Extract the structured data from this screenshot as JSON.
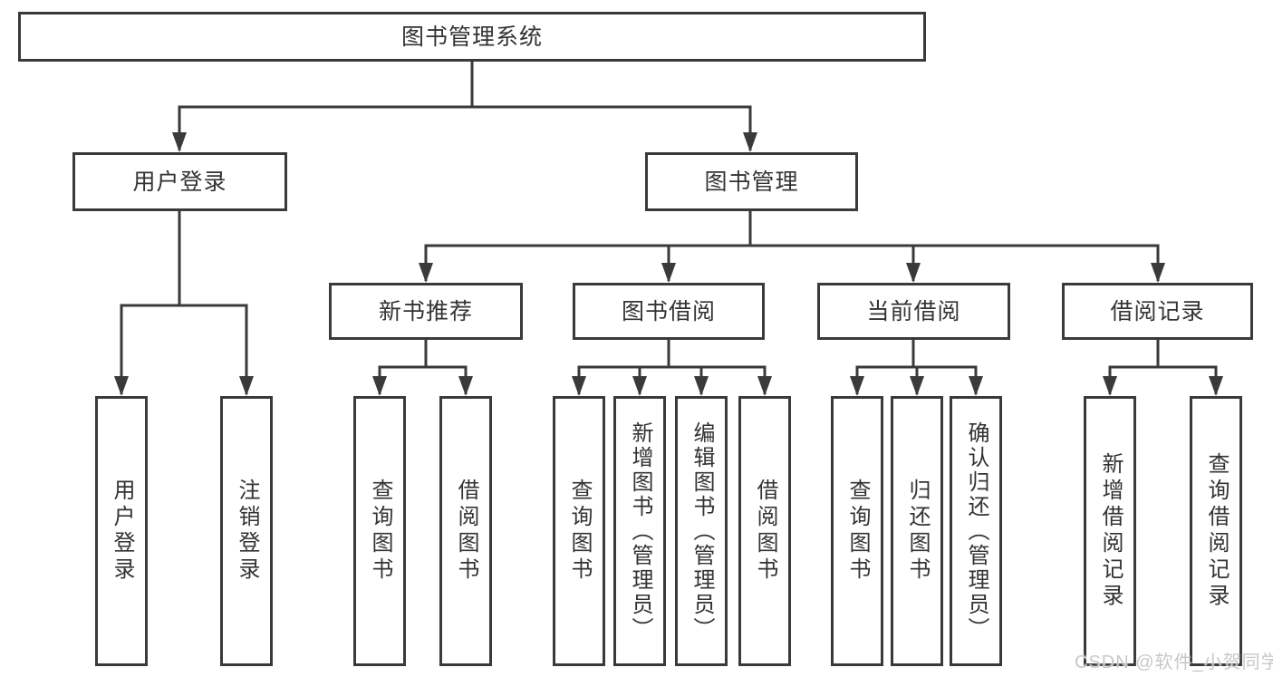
{
  "diagram": {
    "root": {
      "label": "图书管理系统"
    },
    "branches": [
      {
        "label": "用户登录",
        "children": [
          {
            "label": "用户登录"
          },
          {
            "label": "注销登录"
          }
        ]
      },
      {
        "label": "图书管理",
        "children": [
          {
            "label": "新书推荐",
            "children": [
              {
                "label": "查询图书"
              },
              {
                "label": "借阅图书"
              }
            ]
          },
          {
            "label": "图书借阅",
            "children": [
              {
                "label": "查询图书"
              },
              {
                "label": "新增图书（管理员）"
              },
              {
                "label": "编辑图书（管理员）"
              },
              {
                "label": "借阅图书"
              }
            ]
          },
          {
            "label": "当前借阅",
            "children": [
              {
                "label": "查询图书"
              },
              {
                "label": "归还图书"
              },
              {
                "label": "确认归还（管理员）"
              }
            ]
          },
          {
            "label": "借阅记录",
            "children": [
              {
                "label": "新增借阅记录"
              },
              {
                "label": "查询借阅记录"
              }
            ]
          }
        ]
      }
    ],
    "watermark": "CSDN @软件_小贺同学",
    "colors": {
      "line": "#3a3a3a",
      "text": "#333333",
      "watermark": "#c8c8c8",
      "background": "#ffffff"
    }
  }
}
